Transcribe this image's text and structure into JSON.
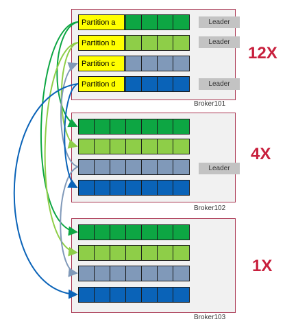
{
  "colors": {
    "green": "#0da643",
    "light_green": "#8ece48",
    "gray_blue": "#8099b9",
    "blue": "#0a63b8",
    "highlight": "#ffff00",
    "frame": "#a8324e",
    "multiplier": "#c8203d"
  },
  "partitions": [
    {
      "label": "Partition a",
      "color": "green"
    },
    {
      "label": "Partition b",
      "color": "light_green"
    },
    {
      "label": "Partition c",
      "color": "gray_blue"
    },
    {
      "label": "Partition d",
      "color": "blue"
    }
  ],
  "brokers": [
    {
      "name": "Broker101",
      "multiplier": "12X",
      "leader_rows": [
        0,
        1,
        3
      ]
    },
    {
      "name": "Broker102",
      "multiplier": "4X",
      "leader_rows": [
        2
      ]
    },
    {
      "name": "Broker103",
      "multiplier": "1X",
      "leader_rows": []
    }
  ],
  "leader_label": "Leader",
  "cells_per_row": 7
}
